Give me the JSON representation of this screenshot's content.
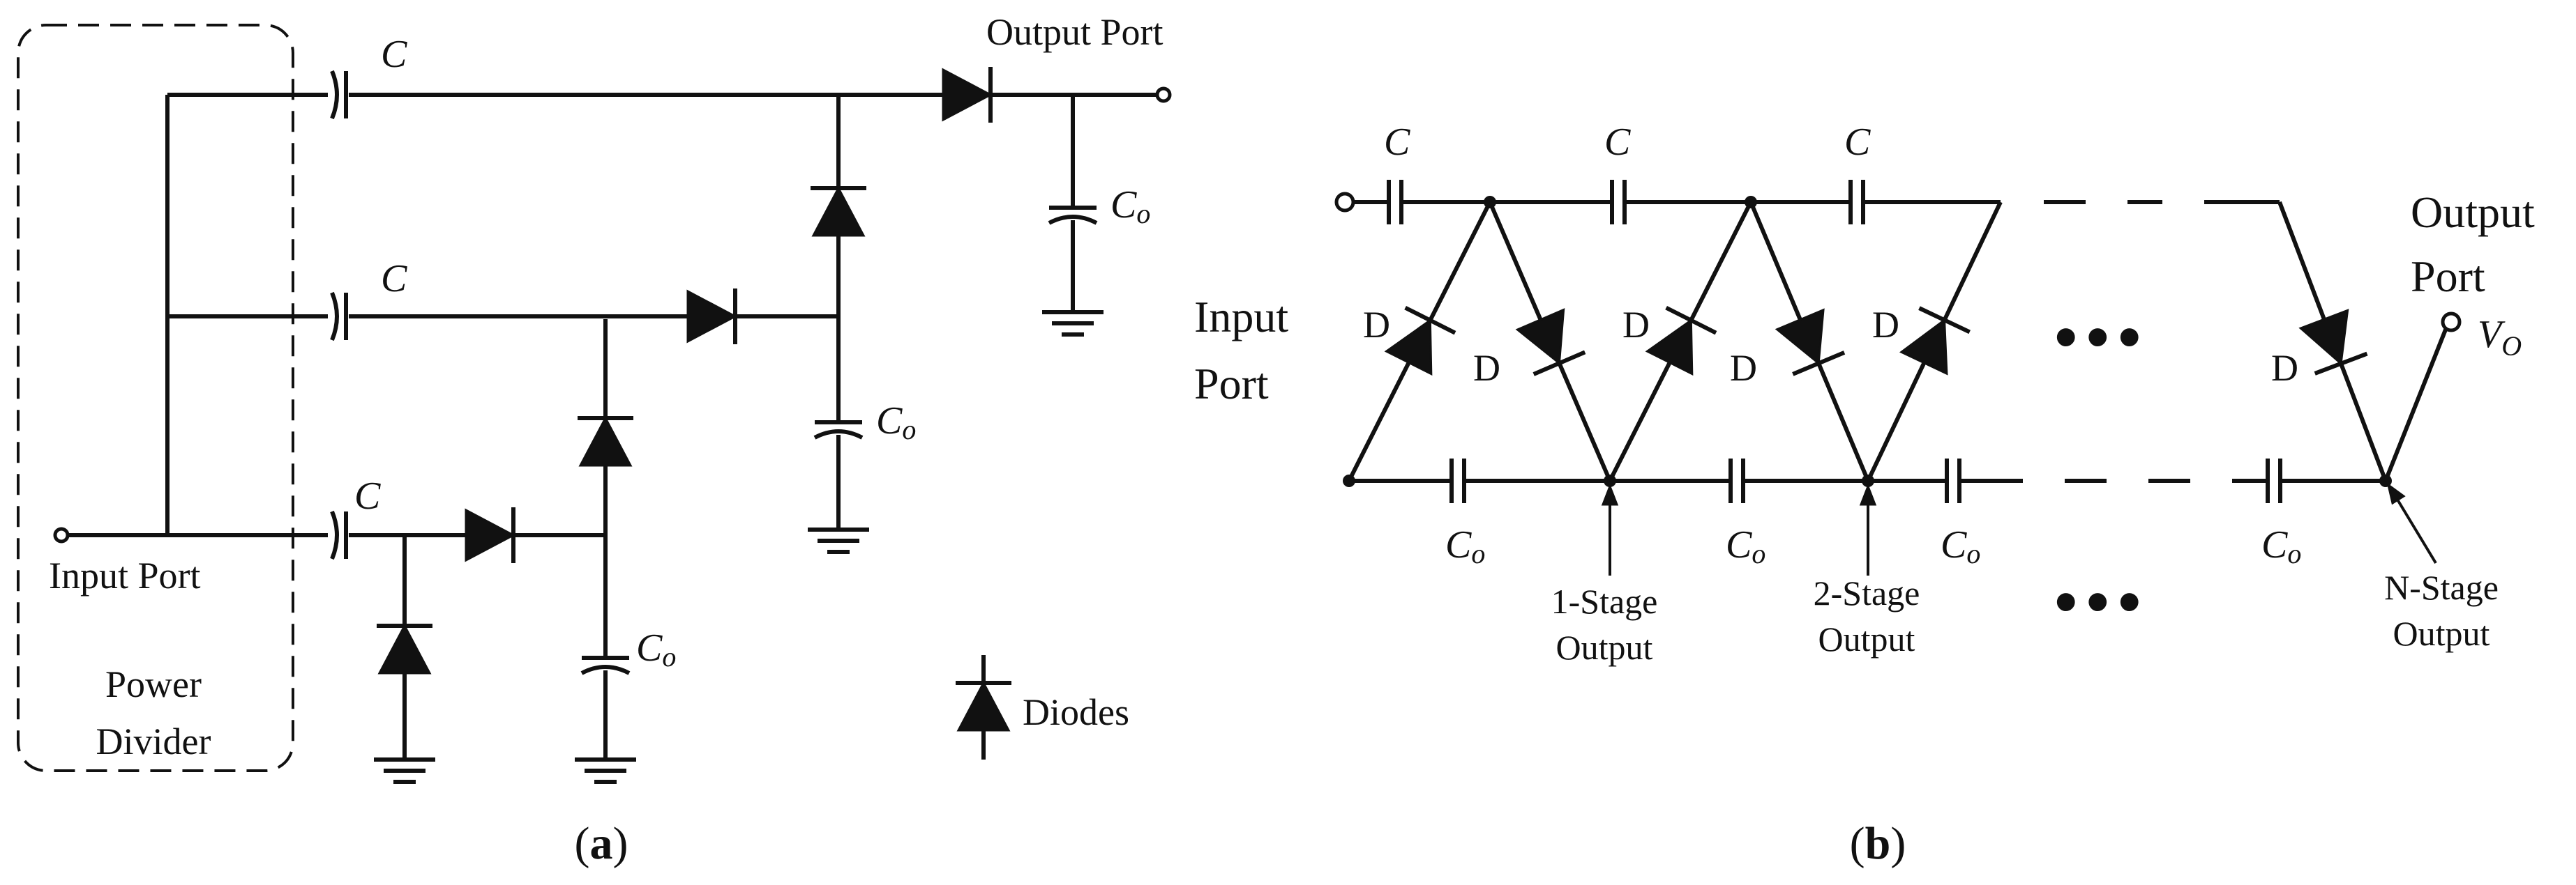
{
  "panel_a": {
    "cap_label": "C",
    "cap_out_label": "C",
    "cap_out_sub": "o",
    "output_port": "Output Port",
    "input_port": "Input Port",
    "power_divider_line1": "Power",
    "power_divider_line2": "Divider",
    "legend_label": "Diodes",
    "caption_open": "(",
    "caption_letter": "a",
    "caption_close": ")"
  },
  "panel_b": {
    "cap_label": "C",
    "cap_out_label": "C",
    "cap_out_sub": "o",
    "diode_label": "D",
    "input_port_line1": "Input",
    "input_port_line2": "Port",
    "output_port_line1": "Output",
    "output_port_line2": "Port",
    "vo_label": "V",
    "vo_sub": "O",
    "stage1_line1": "1-Stage",
    "stage1_line2": "Output",
    "stage2_line1": "2-Stage",
    "stage2_line2": "Output",
    "stageN_line1": "N-Stage",
    "stageN_line2": "Output",
    "ellipsis": "•••",
    "caption_open": "(",
    "caption_letter": "b",
    "caption_close": ")"
  }
}
